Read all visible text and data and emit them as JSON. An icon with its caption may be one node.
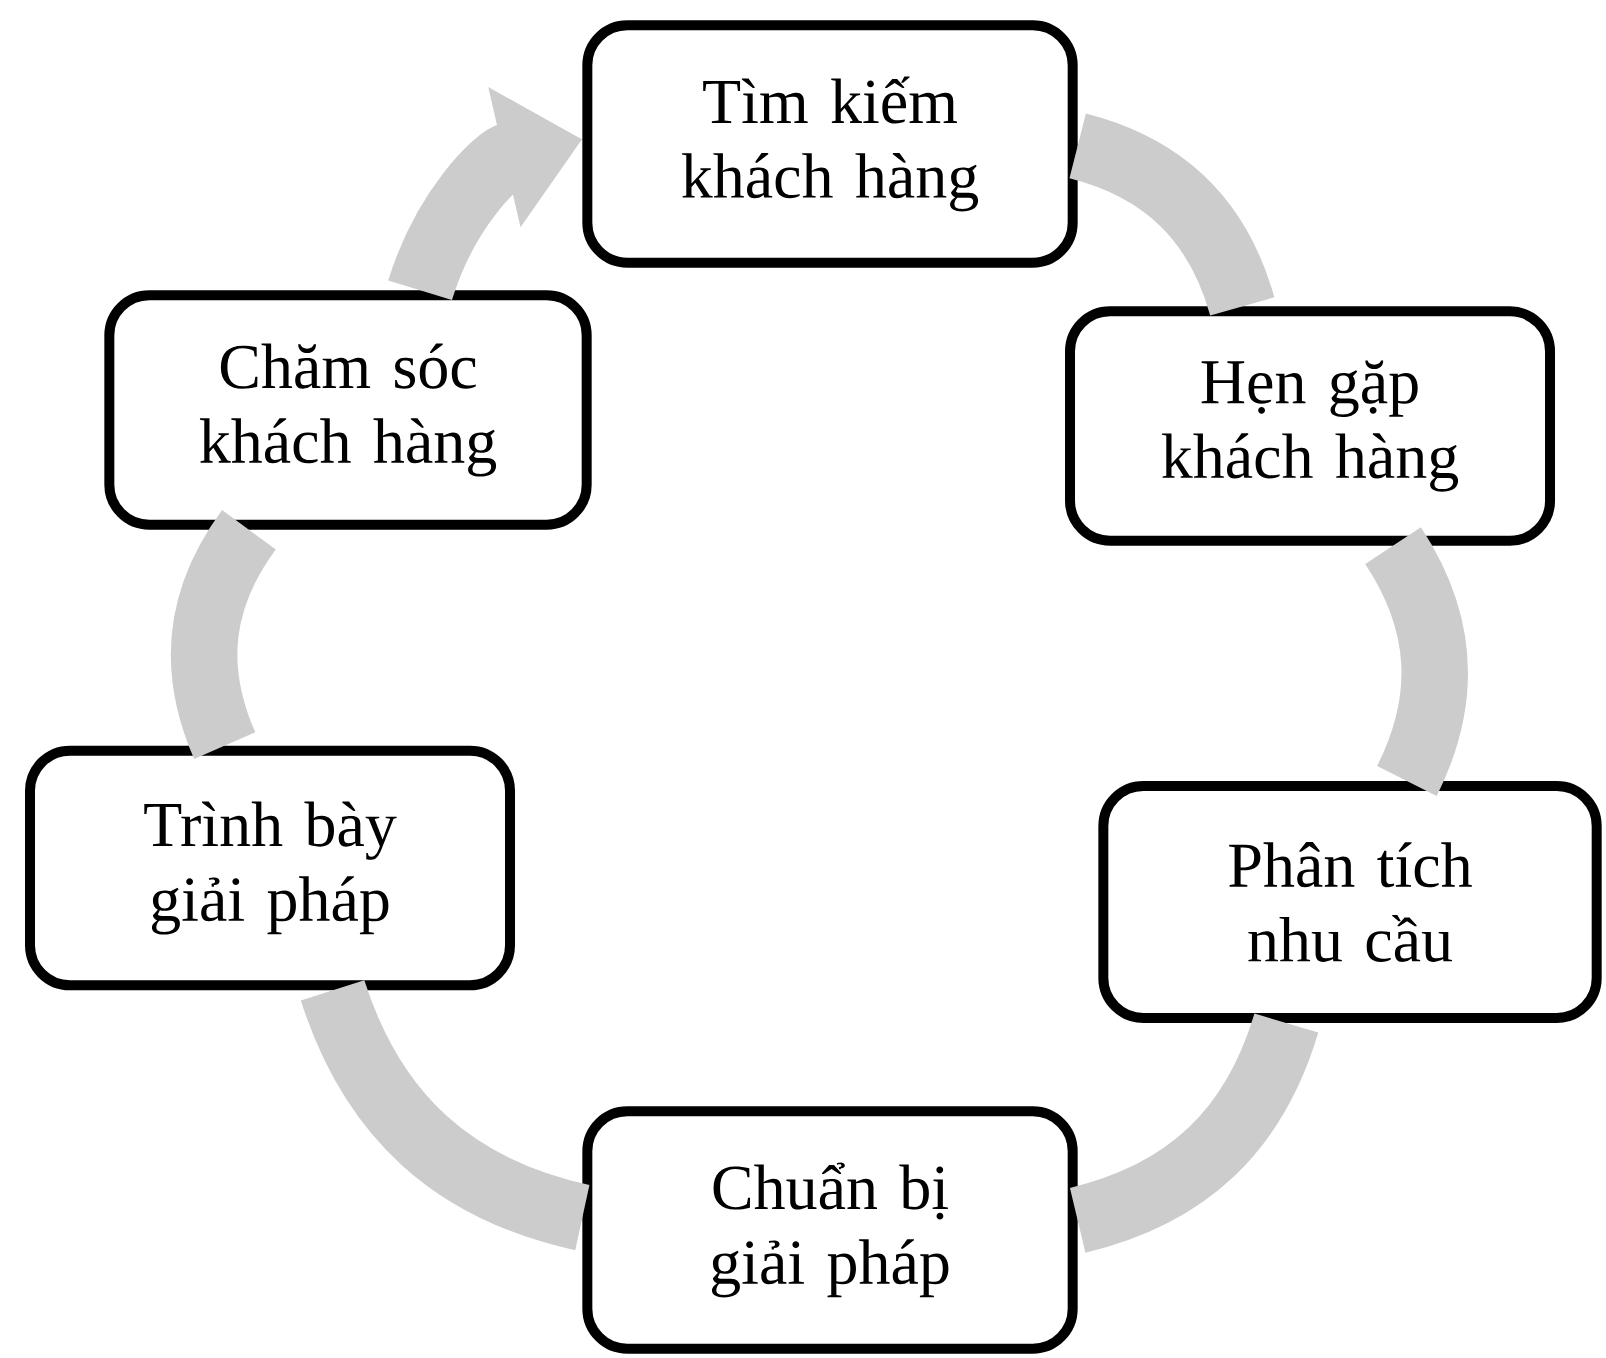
{
  "diagram": {
    "nodes": [
      {
        "text": [
          "Tìm kiếm khách hàng"
        ]
      },
      {
        "text": [
          "Hẹn gặp khách hàng"
        ]
      },
      {
        "text": [
          "Phân tích nhu cầu"
        ]
      },
      {
        "text": [
          "Chuẩn bị giải pháp"
        ]
      },
      {
        "text": [
          "Trình bày giải pháp"
        ]
      },
      {
        "text": [
          "Chăm sóc khách hàng"
        ]
      }
    ],
    "edges": [
      {
        "from": 0,
        "to": 1,
        "arrow": "none"
      },
      {
        "from": 1,
        "to": 2,
        "arrow": "none"
      },
      {
        "from": 2,
        "to": 3,
        "arrow": "none"
      },
      {
        "from": 3,
        "to": 4,
        "arrow": "none"
      },
      {
        "from": 4,
        "to": 5,
        "arrow": "none"
      },
      {
        "from": 5,
        "to": 0,
        "arrow": "to"
      }
    ]
  }
}
